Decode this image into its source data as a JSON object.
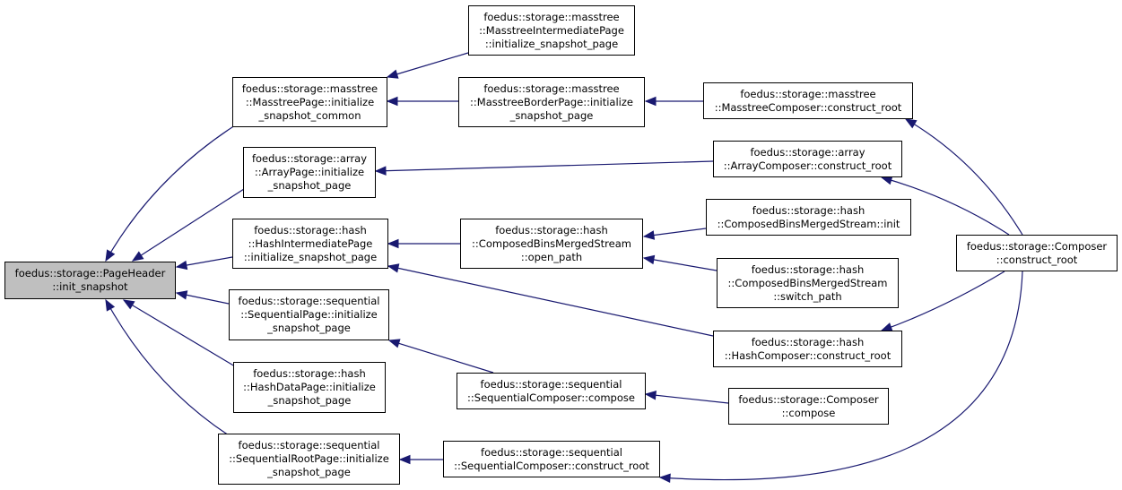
{
  "colors": {
    "edge": "#191970",
    "root_fill": "#bfbfbf",
    "node_fill": "#ffffff",
    "border": "#000000"
  },
  "nodes": [
    {
      "id": "pageheader_init_snapshot",
      "root": true,
      "lines": [
        "foedus::storage::PageHeader",
        "::init_snapshot"
      ]
    },
    {
      "id": "masstree_page_init_common",
      "lines": [
        "foedus::storage::masstree",
        "::MasstreePage::initialize",
        "_snapshot_common"
      ]
    },
    {
      "id": "array_page_init",
      "lines": [
        "foedus::storage::array",
        "::ArrayPage::initialize",
        "_snapshot_page"
      ]
    },
    {
      "id": "hash_intermediate_page_init",
      "lines": [
        "foedus::storage::hash",
        "::HashIntermediatePage",
        "::initialize_snapshot_page"
      ]
    },
    {
      "id": "sequential_page_init",
      "lines": [
        "foedus::storage::sequential",
        "::SequentialPage::initialize",
        "_snapshot_page"
      ]
    },
    {
      "id": "hash_data_page_init",
      "lines": [
        "foedus::storage::hash",
        "::HashDataPage::initialize",
        "_snapshot_page"
      ]
    },
    {
      "id": "sequential_root_page_init",
      "lines": [
        "foedus::storage::sequential",
        "::SequentialRootPage::initialize",
        "_snapshot_page"
      ]
    },
    {
      "id": "masstree_intermediate_page_init",
      "lines": [
        "foedus::storage::masstree",
        "::MasstreeIntermediatePage",
        "::initialize_snapshot_page"
      ]
    },
    {
      "id": "masstree_border_page_init",
      "lines": [
        "foedus::storage::masstree",
        "::MasstreeBorderPage::initialize",
        "_snapshot_page"
      ]
    },
    {
      "id": "composed_bins_open_path",
      "lines": [
        "foedus::storage::hash",
        "::ComposedBinsMergedStream",
        "::open_path"
      ]
    },
    {
      "id": "sequential_composer_compose",
      "lines": [
        "foedus::storage::sequential",
        "::SequentialComposer::compose"
      ]
    },
    {
      "id": "sequential_composer_construct_root",
      "lines": [
        "foedus::storage::sequential",
        "::SequentialComposer::construct_root"
      ]
    },
    {
      "id": "masstree_composer_construct_root",
      "lines": [
        "foedus::storage::masstree",
        "::MasstreeComposer::construct_root"
      ]
    },
    {
      "id": "array_composer_construct_root",
      "lines": [
        "foedus::storage::array",
        "::ArrayComposer::construct_root"
      ]
    },
    {
      "id": "composed_bins_init",
      "lines": [
        "foedus::storage::hash",
        "::ComposedBinsMergedStream::init"
      ]
    },
    {
      "id": "composed_bins_switch_path",
      "lines": [
        "foedus::storage::hash",
        "::ComposedBinsMergedStream",
        "::switch_path"
      ]
    },
    {
      "id": "hash_composer_construct_root",
      "lines": [
        "foedus::storage::hash",
        "::HashComposer::construct_root"
      ]
    },
    {
      "id": "composer_compose",
      "lines": [
        "foedus::storage::Composer",
        "::compose"
      ]
    },
    {
      "id": "composer_construct_root",
      "lines": [
        "foedus::storage::Composer",
        "::construct_root"
      ]
    }
  ],
  "edges": [
    {
      "from": "masstree_page_init_common",
      "to": "pageheader_init_snapshot"
    },
    {
      "from": "array_page_init",
      "to": "pageheader_init_snapshot"
    },
    {
      "from": "hash_intermediate_page_init",
      "to": "pageheader_init_snapshot"
    },
    {
      "from": "sequential_page_init",
      "to": "pageheader_init_snapshot"
    },
    {
      "from": "hash_data_page_init",
      "to": "pageheader_init_snapshot"
    },
    {
      "from": "sequential_root_page_init",
      "to": "pageheader_init_snapshot"
    },
    {
      "from": "masstree_intermediate_page_init",
      "to": "masstree_page_init_common"
    },
    {
      "from": "masstree_border_page_init",
      "to": "masstree_page_init_common"
    },
    {
      "from": "masstree_composer_construct_root",
      "to": "masstree_border_page_init"
    },
    {
      "from": "array_composer_construct_root",
      "to": "array_page_init"
    },
    {
      "from": "composed_bins_open_path",
      "to": "hash_intermediate_page_init"
    },
    {
      "from": "hash_composer_construct_root",
      "to": "hash_intermediate_page_init"
    },
    {
      "from": "composed_bins_init",
      "to": "composed_bins_open_path"
    },
    {
      "from": "composed_bins_switch_path",
      "to": "composed_bins_open_path"
    },
    {
      "from": "sequential_composer_compose",
      "to": "sequential_page_init"
    },
    {
      "from": "composer_compose",
      "to": "sequential_composer_compose"
    },
    {
      "from": "sequential_composer_construct_root",
      "to": "sequential_root_page_init"
    },
    {
      "from": "composer_construct_root",
      "to": "masstree_composer_construct_root"
    },
    {
      "from": "composer_construct_root",
      "to": "array_composer_construct_root"
    },
    {
      "from": "composer_construct_root",
      "to": "hash_composer_construct_root"
    },
    {
      "from": "composer_construct_root",
      "to": "sequential_composer_construct_root"
    }
  ]
}
